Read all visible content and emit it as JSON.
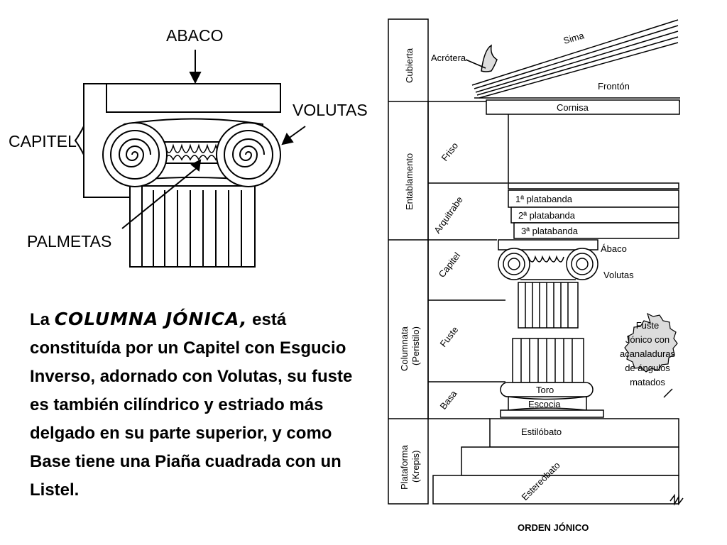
{
  "capital_labels": {
    "abaco": "ABACO",
    "volutas": "VOLUTAS",
    "capitel": "CAPITEL",
    "palmetas": "PALMETAS"
  },
  "paragraph": {
    "lead": "La",
    "highlight": "COLUMNA JÓNICA,",
    "rest": "está constituída por un Capitel con Esgucio Inverso, adornado con Volutas, su fuste es también cilíndrico y estriado más delgado en su parte superior, y como Base tiene una Piaña cuadrada con un Listel."
  },
  "order": {
    "title": "ORDEN JÓNICO",
    "groups": {
      "cubierta": "Cubierta",
      "entablamento": "Entablamento",
      "columnata": "Columnata",
      "peristilo": "(Peristilo)",
      "plataforma": "Plataforma",
      "krepis": "(Krepis)"
    },
    "subgroups": {
      "friso": "Friso",
      "arquitrabe": "Arquitrabe",
      "capitel": "Capitel",
      "fuste": "Fuste",
      "basa": "Basa"
    },
    "parts": {
      "acrotera": "Acrótera",
      "sima": "Sima",
      "fronton": "Frontón",
      "cornisa": "Cornisa",
      "platabanda1": "1ª platabanda",
      "platabanda2": "2ª platabanda",
      "platabanda3": "3ª platabanda",
      "abaco": "Ábaco",
      "volutas": "Volutas",
      "toro": "Toro",
      "escocia": "Escocia",
      "estilobato": "Estilóbato",
      "estereobato": "Estereóbato"
    },
    "note": {
      "l1": "Fuste",
      "l2a": "Jónico",
      "l2b": " con",
      "l3": "acanaladuras",
      "l4": "de ángulos",
      "l5": "matados"
    }
  }
}
